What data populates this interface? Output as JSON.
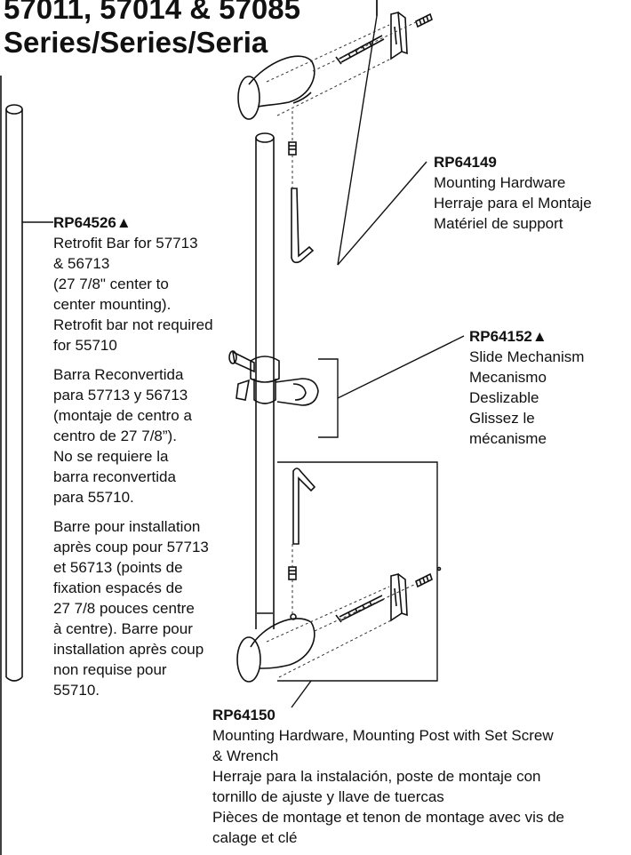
{
  "title": {
    "line1": "57011, 57014 & 57085",
    "line2": "Series/Series/Seria"
  },
  "parts": {
    "rp64149": {
      "code": "RP64149",
      "lines": [
        "Mounting Hardware",
        "Herraje para el Montaje",
        "Matériel de support"
      ]
    },
    "rp64526": {
      "code": "RP64526▲",
      "english": [
        "Retrofit Bar for 57713",
        "& 56713",
        "(27 7/8\" center to",
        "center mounting).",
        "Retrofit bar not required",
        "for 55710"
      ],
      "spanish": [
        "Barra Reconvertida",
        "para 57713 y 56713",
        "(montaje de centro a",
        "centro de 27 7/8”).",
        "No se requiere la",
        "barra reconvertida",
        "para 55710."
      ],
      "french": [
        "Barre pour installation",
        "après coup pour 57713",
        "et 56713 (points de",
        "fixation espacés de",
        "27 7/8 pouces centre",
        "à centre). Barre pour",
        "installation après coup",
        "non requise pour",
        "55710."
      ]
    },
    "rp64152": {
      "code": "RP64152▲",
      "lines": [
        "Slide Mechanism",
        "Mecanismo",
        "Deslizable",
        "Glissez le",
        "mécanisme"
      ]
    },
    "rp64150": {
      "code": "RP64150",
      "lines": [
        "Mounting Hardware, Mounting Post with Set Screw",
        "& Wrench",
        "Herraje para la instalación, poste de montaje con",
        "tornillo de ajuste y llave de tuercas",
        "Pièces de montage et tenon de montage avec vis de",
        "calage et clé"
      ]
    }
  }
}
